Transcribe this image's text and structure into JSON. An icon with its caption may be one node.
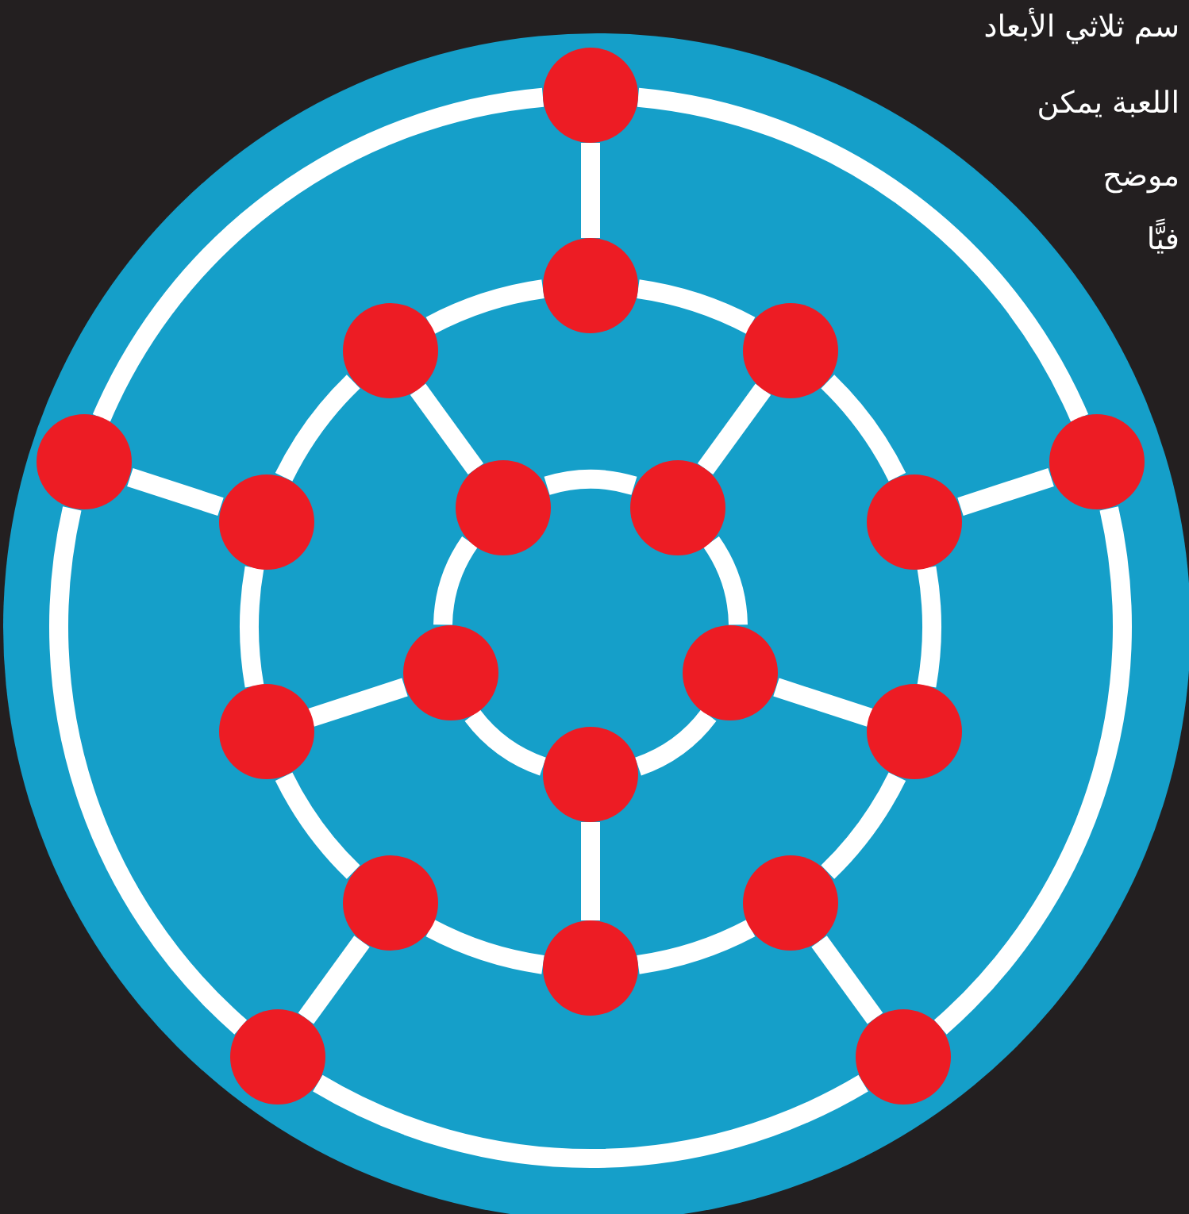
{
  "diagram": {
    "nodes": [
      {
        "text": [],
        "shape": "circle"
      },
      {
        "text": [],
        "shape": "circle"
      },
      {
        "text": [],
        "shape": "circle"
      },
      {
        "text": [],
        "shape": "circle"
      },
      {
        "text": [],
        "shape": "circle"
      },
      {
        "text": [],
        "shape": "circle"
      },
      {
        "text": [],
        "shape": "circle"
      },
      {
        "text": [],
        "shape": "circle"
      },
      {
        "text": [],
        "shape": "circle"
      },
      {
        "text": [],
        "shape": "circle"
      },
      {
        "text": [],
        "shape": "circle"
      },
      {
        "text": [],
        "shape": "circle"
      },
      {
        "text": [],
        "shape": "circle"
      },
      {
        "text": [],
        "shape": "circle"
      },
      {
        "text": [],
        "shape": "circle"
      },
      {
        "text": [],
        "shape": "circle"
      },
      {
        "text": [],
        "shape": "circle"
      },
      {
        "text": [],
        "shape": "circle"
      },
      {
        "text": [],
        "shape": "circle"
      },
      {
        "text": [],
        "shape": "circle"
      }
    ],
    "edges": [
      {
        "from": 0,
        "to": 1,
        "arrow": "none"
      },
      {
        "from": 1,
        "to": 2,
        "arrow": "none"
      },
      {
        "from": 2,
        "to": 3,
        "arrow": "none"
      },
      {
        "from": 3,
        "to": 4,
        "arrow": "none"
      },
      {
        "from": 4,
        "to": 0,
        "arrow": "none"
      },
      {
        "from": 5,
        "to": 6,
        "arrow": "none"
      },
      {
        "from": 6,
        "to": 7,
        "arrow": "none"
      },
      {
        "from": 7,
        "to": 8,
        "arrow": "none"
      },
      {
        "from": 8,
        "to": 9,
        "arrow": "none"
      },
      {
        "from": 9,
        "to": 10,
        "arrow": "none"
      },
      {
        "from": 10,
        "to": 11,
        "arrow": "none"
      },
      {
        "from": 11,
        "to": 12,
        "arrow": "none"
      },
      {
        "from": 12,
        "to": 13,
        "arrow": "none"
      },
      {
        "from": 13,
        "to": 14,
        "arrow": "none"
      },
      {
        "from": 14,
        "to": 5,
        "arrow": "none"
      },
      {
        "from": 15,
        "to": 16,
        "arrow": "none"
      },
      {
        "from": 16,
        "to": 17,
        "arrow": "none"
      },
      {
        "from": 17,
        "to": 18,
        "arrow": "none"
      },
      {
        "from": 18,
        "to": 19,
        "arrow": "none"
      },
      {
        "from": 19,
        "to": 15,
        "arrow": "none"
      },
      {
        "from": 0,
        "to": 5,
        "arrow": "none"
      },
      {
        "from": 1,
        "to": 7,
        "arrow": "none"
      },
      {
        "from": 2,
        "to": 9,
        "arrow": "none"
      },
      {
        "from": 3,
        "to": 11,
        "arrow": "none"
      },
      {
        "from": 4,
        "to": 13,
        "arrow": "none"
      },
      {
        "from": 6,
        "to": 16,
        "arrow": "none"
      },
      {
        "from": 8,
        "to": 17,
        "arrow": "none"
      },
      {
        "from": 10,
        "to": 18,
        "arrow": "none"
      },
      {
        "from": 12,
        "to": 19,
        "arrow": "none"
      },
      {
        "from": 14,
        "to": 15,
        "arrow": "none"
      }
    ],
    "labels": [
      "سم ثلاثي الأبعاد",
      "اللعبة يمكن",
      "موضح",
      "فيًّا"
    ]
  }
}
